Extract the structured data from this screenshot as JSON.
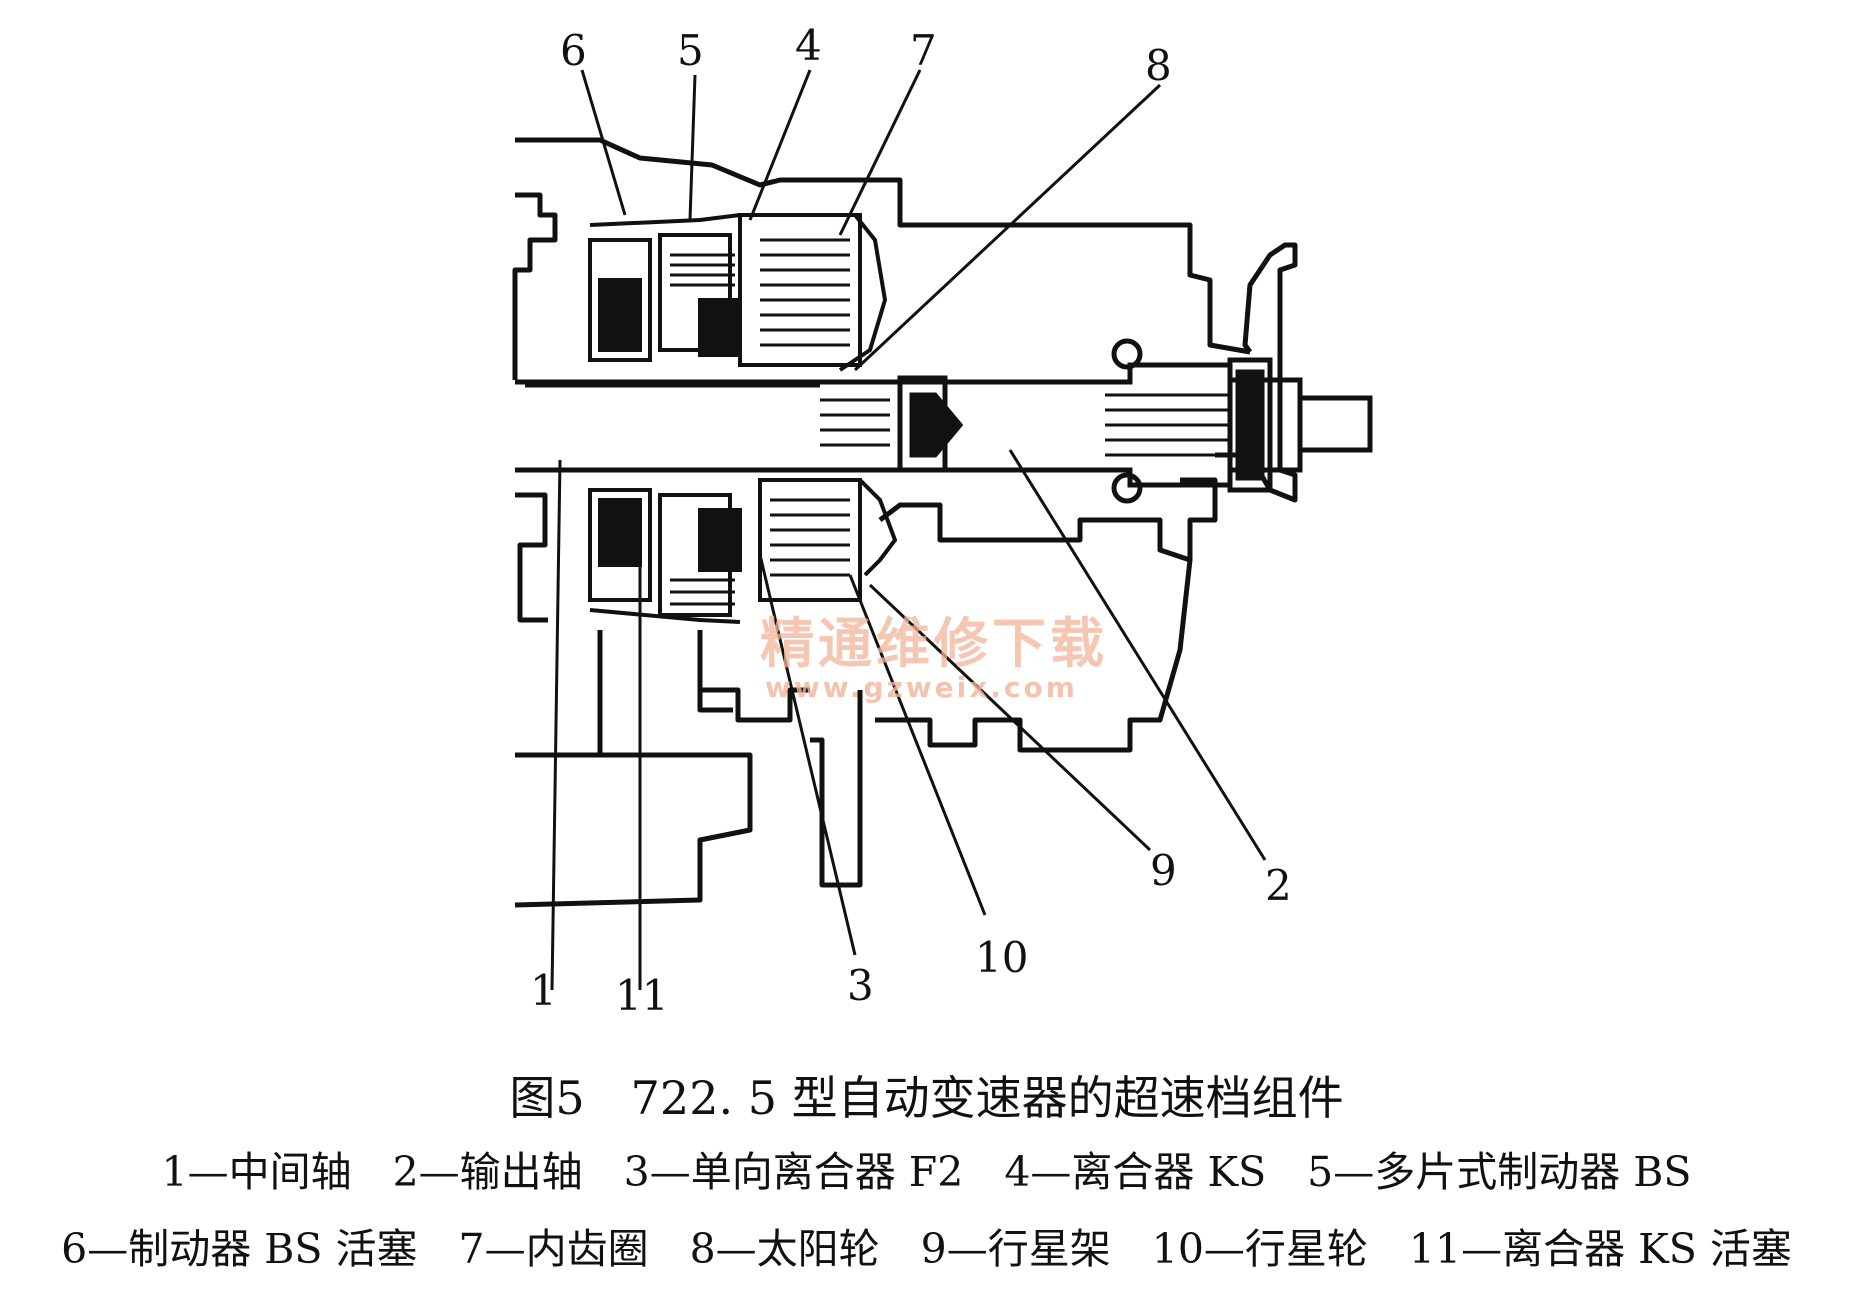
{
  "figure": {
    "callouts": [
      "1",
      "2",
      "3",
      "4",
      "5",
      "6",
      "7",
      "8",
      "9",
      "10",
      "11"
    ],
    "watermark": {
      "text": "精通维修下载",
      "url": "www.gzweix.com"
    }
  },
  "caption": {
    "title": "图5　722. 5 型自动变速器的超速档组件",
    "legend_line_1": "1—中间轴　2—输出轴　3—单向离合器 F2　4—离合器 KS　5—多片式制动器 BS",
    "legend_line_2": "6—制动器 BS 活塞　7—内齿圈　8—太阳轮　9—行星架　10—行星轮　11—离合器 KS 活塞"
  }
}
